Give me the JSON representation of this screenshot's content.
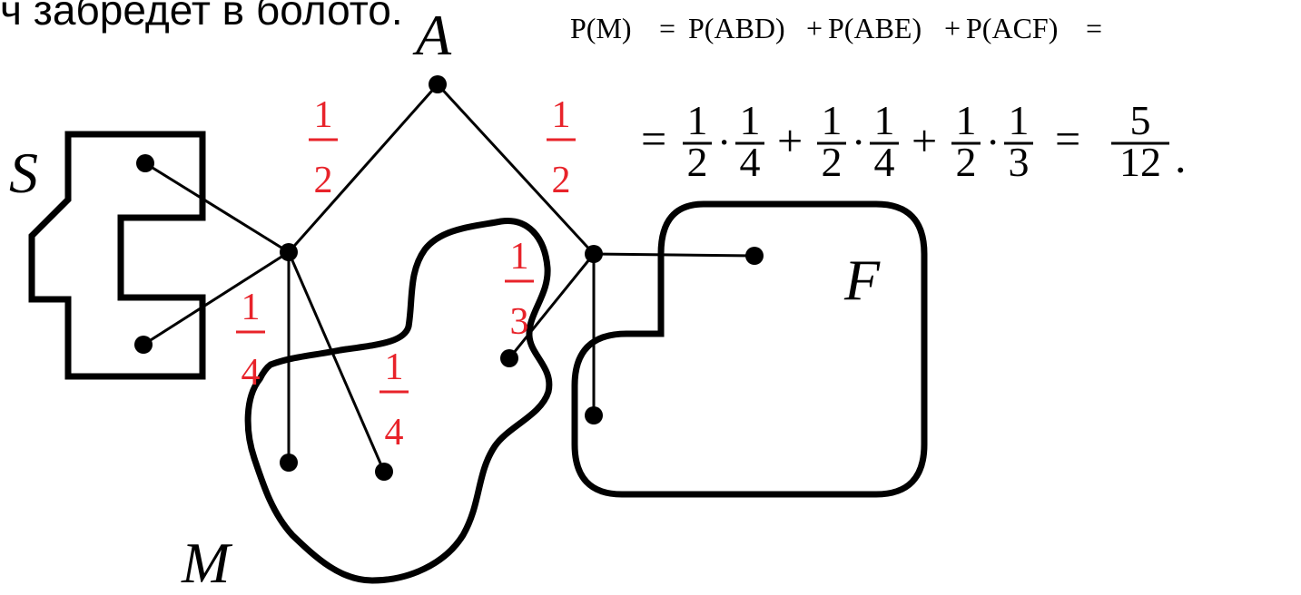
{
  "caption": "ч забредет в болото.",
  "formula": {
    "line1": {
      "lhs": "P(M)",
      "eq": "=",
      "t1": "P(ABD)",
      "t2": "P(ABE)",
      "t3": "P(ACF)",
      "plus": "+"
    },
    "line2": {
      "eq": "=",
      "f1": {
        "num": "1",
        "den": "2"
      },
      "f2": {
        "num": "1",
        "den": "4"
      },
      "f3": {
        "num": "1",
        "den": "2"
      },
      "f4": {
        "num": "1",
        "den": "4"
      },
      "f5": {
        "num": "1",
        "den": "2"
      },
      "f6": {
        "num": "1",
        "den": "3"
      },
      "result": {
        "num": "5",
        "den": "12"
      },
      "dot": "·",
      "plus": "+",
      "period": "."
    }
  },
  "labels": {
    "A": "A",
    "S": "S",
    "M": "M",
    "F": "F"
  },
  "edge_probabilities": {
    "AB": {
      "num": "1",
      "den": "2"
    },
    "AC": {
      "num": "1",
      "den": "2"
    },
    "BD": {
      "num": "1",
      "den": "4"
    },
    "BE": {
      "num": "1",
      "den": "4"
    },
    "CF": {
      "num": "1",
      "den": "3"
    }
  },
  "colors": {
    "line": "#000000",
    "probability": "#e8232a"
  }
}
